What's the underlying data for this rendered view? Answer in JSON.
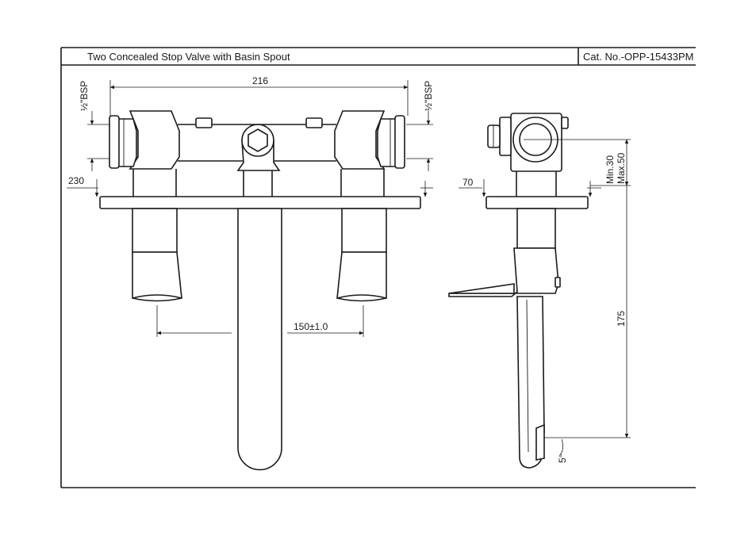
{
  "header": {
    "title": "Two Concealed Stop Valve with Basin Spout",
    "catalog": "Cat. No.-OPP-15433PM"
  },
  "front_view": {
    "width_dim": "216",
    "bsp_left": "½\"BSP",
    "bsp_right": "½\"BSP",
    "depth_dim": "230",
    "centers_dim": "150±1.0"
  },
  "side_view": {
    "wall_dim": "70",
    "min_label": "Min.30",
    "max_label": "Max.50",
    "height_dim": "175",
    "angle_label": "5°"
  }
}
